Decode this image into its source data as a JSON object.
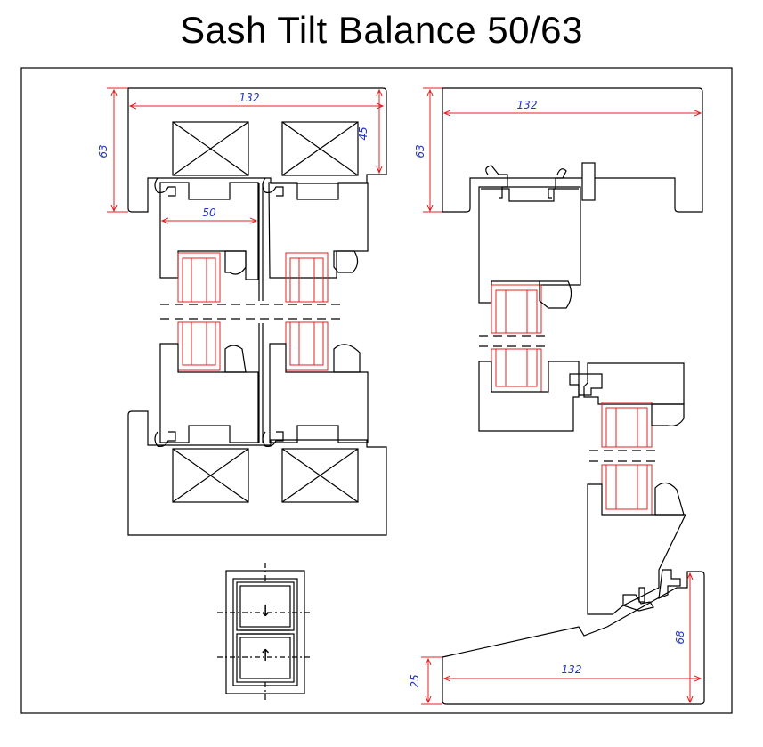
{
  "title": "Sash Tilt Balance 50/63",
  "dimensions": {
    "left_width": "132",
    "left_height": "63",
    "left_inner": "45",
    "left_sash": "50",
    "right_top_width": "132",
    "right_top_height": "63",
    "right_bottom_width": "132",
    "right_bottom_left": "25",
    "right_bottom_right": "68"
  },
  "colors": {
    "line": "#000000",
    "dimension_line": "#e02020",
    "dimension_text": "#2233cc",
    "glazing": "#e02020"
  }
}
